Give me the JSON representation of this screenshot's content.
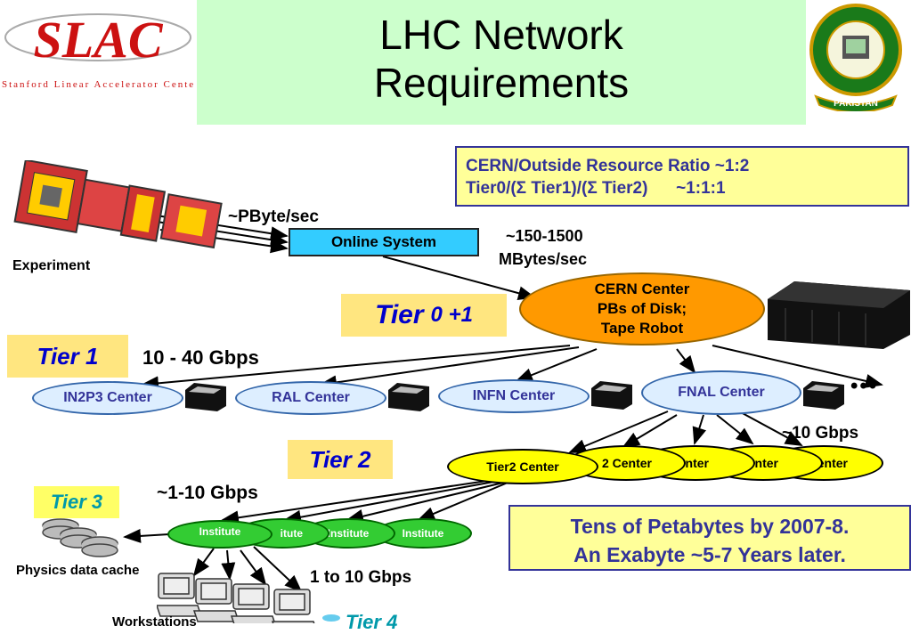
{
  "title": {
    "line1": "LHC Network",
    "line2": "Requirements"
  },
  "logos": {
    "slac_text": "SLAC",
    "slac_subtitle": "Stanford Linear Accelerator Center",
    "nust_text": "PAKISTAN"
  },
  "info_ratio": {
    "line1": "CERN/Outside Resource Ratio ~1:2",
    "line2": "Tier0/(Σ Tier1)/(Σ Tier2)      ~1:1:1"
  },
  "info_capacity": {
    "line1": "Tens of Petabytes by 2007-8.",
    "line2": "An Exabyte ~5-7 Years later."
  },
  "labels": {
    "experiment": "Experiment",
    "pbyte": "~PByte/sec",
    "online_system": "Online System",
    "mbytes_1": "~150-1500",
    "mbytes_2": "MBytes/sec",
    "gbps_10_40": "10 - 40 Gbps",
    "gbps_10": "~10 Gbps",
    "gbps_1_10": "~1-10 Gbps",
    "gbps_1_to_10": "1 to 10 Gbps",
    "physics_cache": "Physics data cache",
    "workstations": "Workstations",
    "ellipsis": "•••"
  },
  "tiers": {
    "tier0_word": "Tier",
    "tier0_num": "0 +1",
    "tier1": "Tier 1",
    "tier2": "Tier 2",
    "tier3": "Tier 3",
    "tier4": "Tier 4"
  },
  "cern": {
    "line1": "CERN Center",
    "line2": "PBs of Disk;",
    "line3": "Tape Robot"
  },
  "tier1_centers": [
    "IN2P3 Center",
    "RAL Center",
    "INFN Center",
    "FNAL Center"
  ],
  "tier2_centers": [
    "Tier2 Center",
    "2 Center",
    "Center",
    "Center",
    "Center"
  ],
  "institutes": [
    "Institute",
    "itute",
    "Institute",
    "Institute"
  ],
  "colors": {
    "title_bg": "#ccffcc",
    "info_bg": "#ffff99",
    "info_text": "#333399",
    "tier_label_bg": "#ffe680",
    "tier_label_text": "#0000cc",
    "cern_fill": "#ff9900",
    "tier2_fill": "#ffff00",
    "institute_fill": "#33cc33"
  }
}
